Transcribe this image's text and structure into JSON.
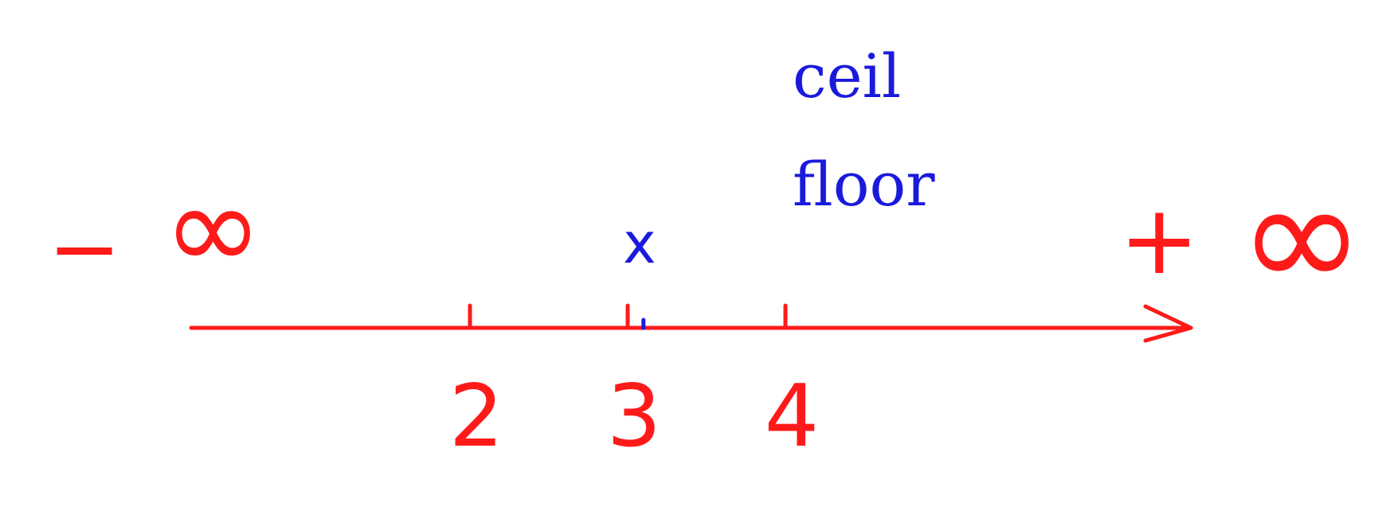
{
  "colors": {
    "background": "#ffffff",
    "axis": "#ff1a1a",
    "annotation": "#1a1adc"
  },
  "labels": {
    "ceil": "ceil",
    "floor": "floor",
    "x_marker": "x",
    "neg_sign": "−",
    "neg_infinity": "∞",
    "pos_sign": "+",
    "pos_infinity": "∞"
  },
  "ticks": [
    {
      "value": 2,
      "label": "2"
    },
    {
      "value": 3,
      "label": "3"
    },
    {
      "value": 4,
      "label": "4"
    }
  ],
  "x_value": 3.1
}
